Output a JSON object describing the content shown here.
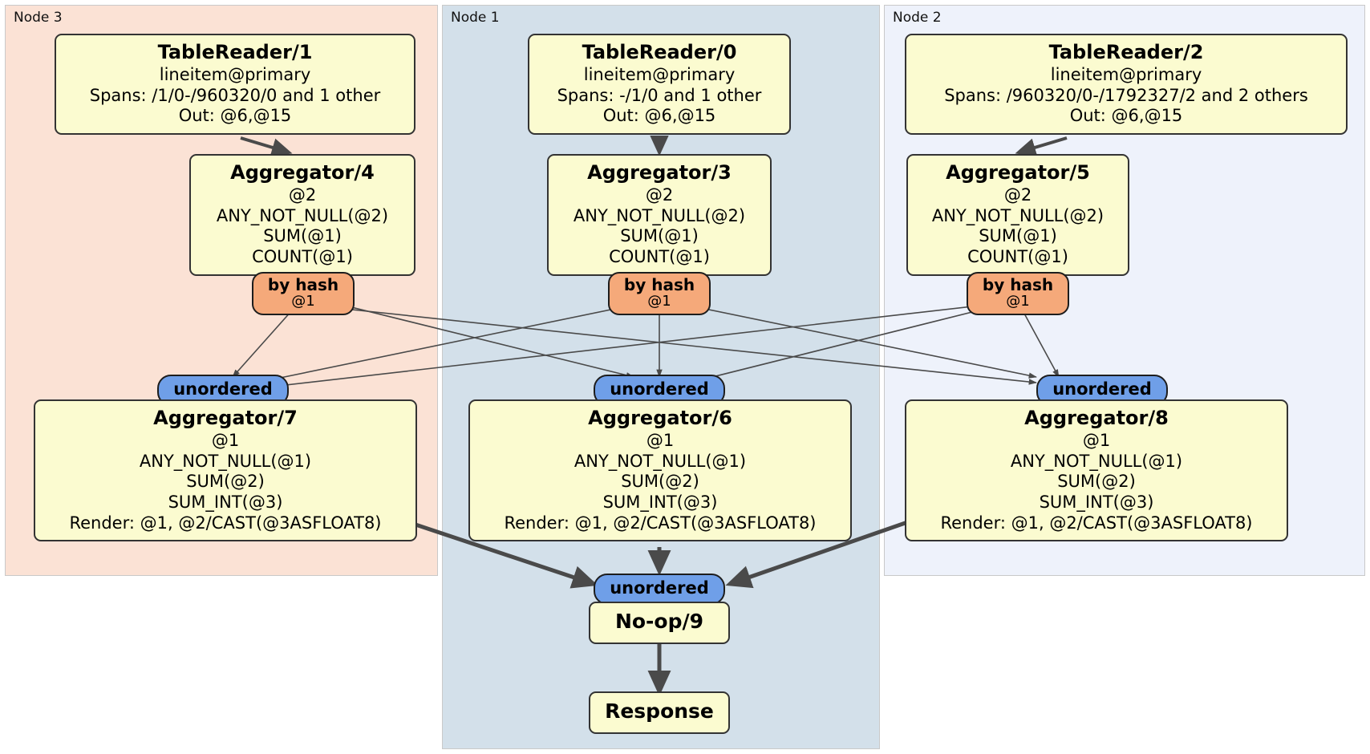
{
  "diagram": {
    "type": "distributed-query-plan",
    "title": "",
    "colors": {
      "node3_bg": "#fbe2d5",
      "node1_bg": "#d3e0ea",
      "node2_bg": "#eef2fb",
      "processor_bg": "#fbfbd0",
      "processor_border": "#333333",
      "hash_router_bg": "#f5a97a",
      "unordered_synchronizer_bg": "#6f9fe8",
      "edge_color": "#4a4a4a"
    }
  },
  "panels": [
    {
      "id": "node3",
      "label": "Node 3"
    },
    {
      "id": "node1",
      "label": "Node 1"
    },
    {
      "id": "node2",
      "label": "Node 2"
    }
  ],
  "nodes": {
    "table_reader_1": {
      "title": "TableReader/1",
      "lines": [
        "lineitem@primary",
        "Spans: /1/0-/960320/0 and 1 other",
        "Out: @6,@15"
      ]
    },
    "table_reader_0": {
      "title": "TableReader/0",
      "lines": [
        "lineitem@primary",
        "Spans: -/1/0 and 1 other",
        "Out: @6,@15"
      ]
    },
    "table_reader_2": {
      "title": "TableReader/2",
      "lines": [
        "lineitem@primary",
        "Spans: /960320/0-/1792327/2 and 2 others",
        "Out: @6,@15"
      ]
    },
    "aggregator_4": {
      "title": "Aggregator/4",
      "lines": [
        "@2",
        "ANY_NOT_NULL(@2)",
        "SUM(@1)",
        "COUNT(@1)"
      ]
    },
    "aggregator_3": {
      "title": "Aggregator/3",
      "lines": [
        "@2",
        "ANY_NOT_NULL(@2)",
        "SUM(@1)",
        "COUNT(@1)"
      ]
    },
    "aggregator_5": {
      "title": "Aggregator/5",
      "lines": [
        "@2",
        "ANY_NOT_NULL(@2)",
        "SUM(@1)",
        "COUNT(@1)"
      ]
    },
    "aggregator_7": {
      "title": "Aggregator/7",
      "lines": [
        "@1",
        "ANY_NOT_NULL(@1)",
        "SUM(@2)",
        "SUM_INT(@3)",
        "Render: @1, @2/CAST(@3ASFLOAT8)"
      ]
    },
    "aggregator_6": {
      "title": "Aggregator/6",
      "lines": [
        "@1",
        "ANY_NOT_NULL(@1)",
        "SUM(@2)",
        "SUM_INT(@3)",
        "Render: @1, @2/CAST(@3ASFLOAT8)"
      ]
    },
    "aggregator_8": {
      "title": "Aggregator/8",
      "lines": [
        "@1",
        "ANY_NOT_NULL(@1)",
        "SUM(@2)",
        "SUM_INT(@3)",
        "Render: @1, @2/CAST(@3ASFLOAT8)"
      ]
    },
    "noop_9": {
      "title": "No-op/9"
    },
    "response": {
      "title": "Response"
    }
  },
  "routers": {
    "hash_left": {
      "label": "by hash",
      "column": "@1"
    },
    "hash_center": {
      "label": "by hash",
      "column": "@1"
    },
    "hash_right": {
      "label": "by hash",
      "column": "@1"
    }
  },
  "synchronizers": {
    "unordered_left": {
      "label": "unordered"
    },
    "unordered_center": {
      "label": "unordered"
    },
    "unordered_right": {
      "label": "unordered"
    },
    "unordered_final": {
      "label": "unordered"
    }
  }
}
